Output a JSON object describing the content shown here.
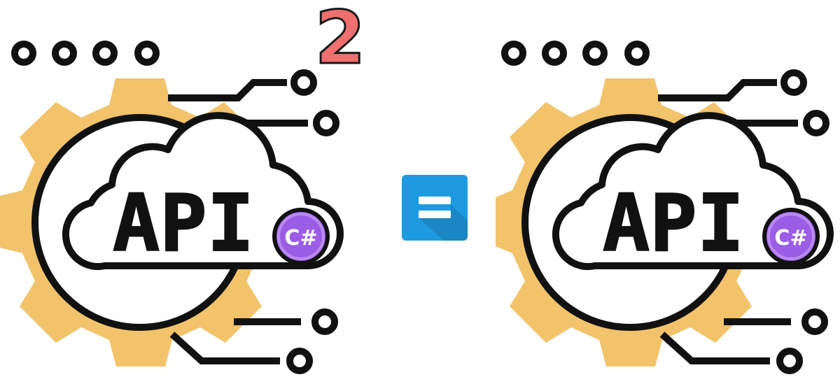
{
  "left_graphic": {
    "icon": "api-cloud-gear-icon",
    "label": "API",
    "badge_label": "C#"
  },
  "superscript": {
    "value": "2",
    "color": "#f07070"
  },
  "operator": {
    "icon": "equals-icon",
    "color": "#1e9be0"
  },
  "right_graphic": {
    "icon": "api-cloud-gear-icon",
    "label": "API",
    "badge_label": "C#"
  },
  "colors": {
    "gear": "#f2c36b",
    "outline": "#111111",
    "badge": "#9b5de5"
  }
}
